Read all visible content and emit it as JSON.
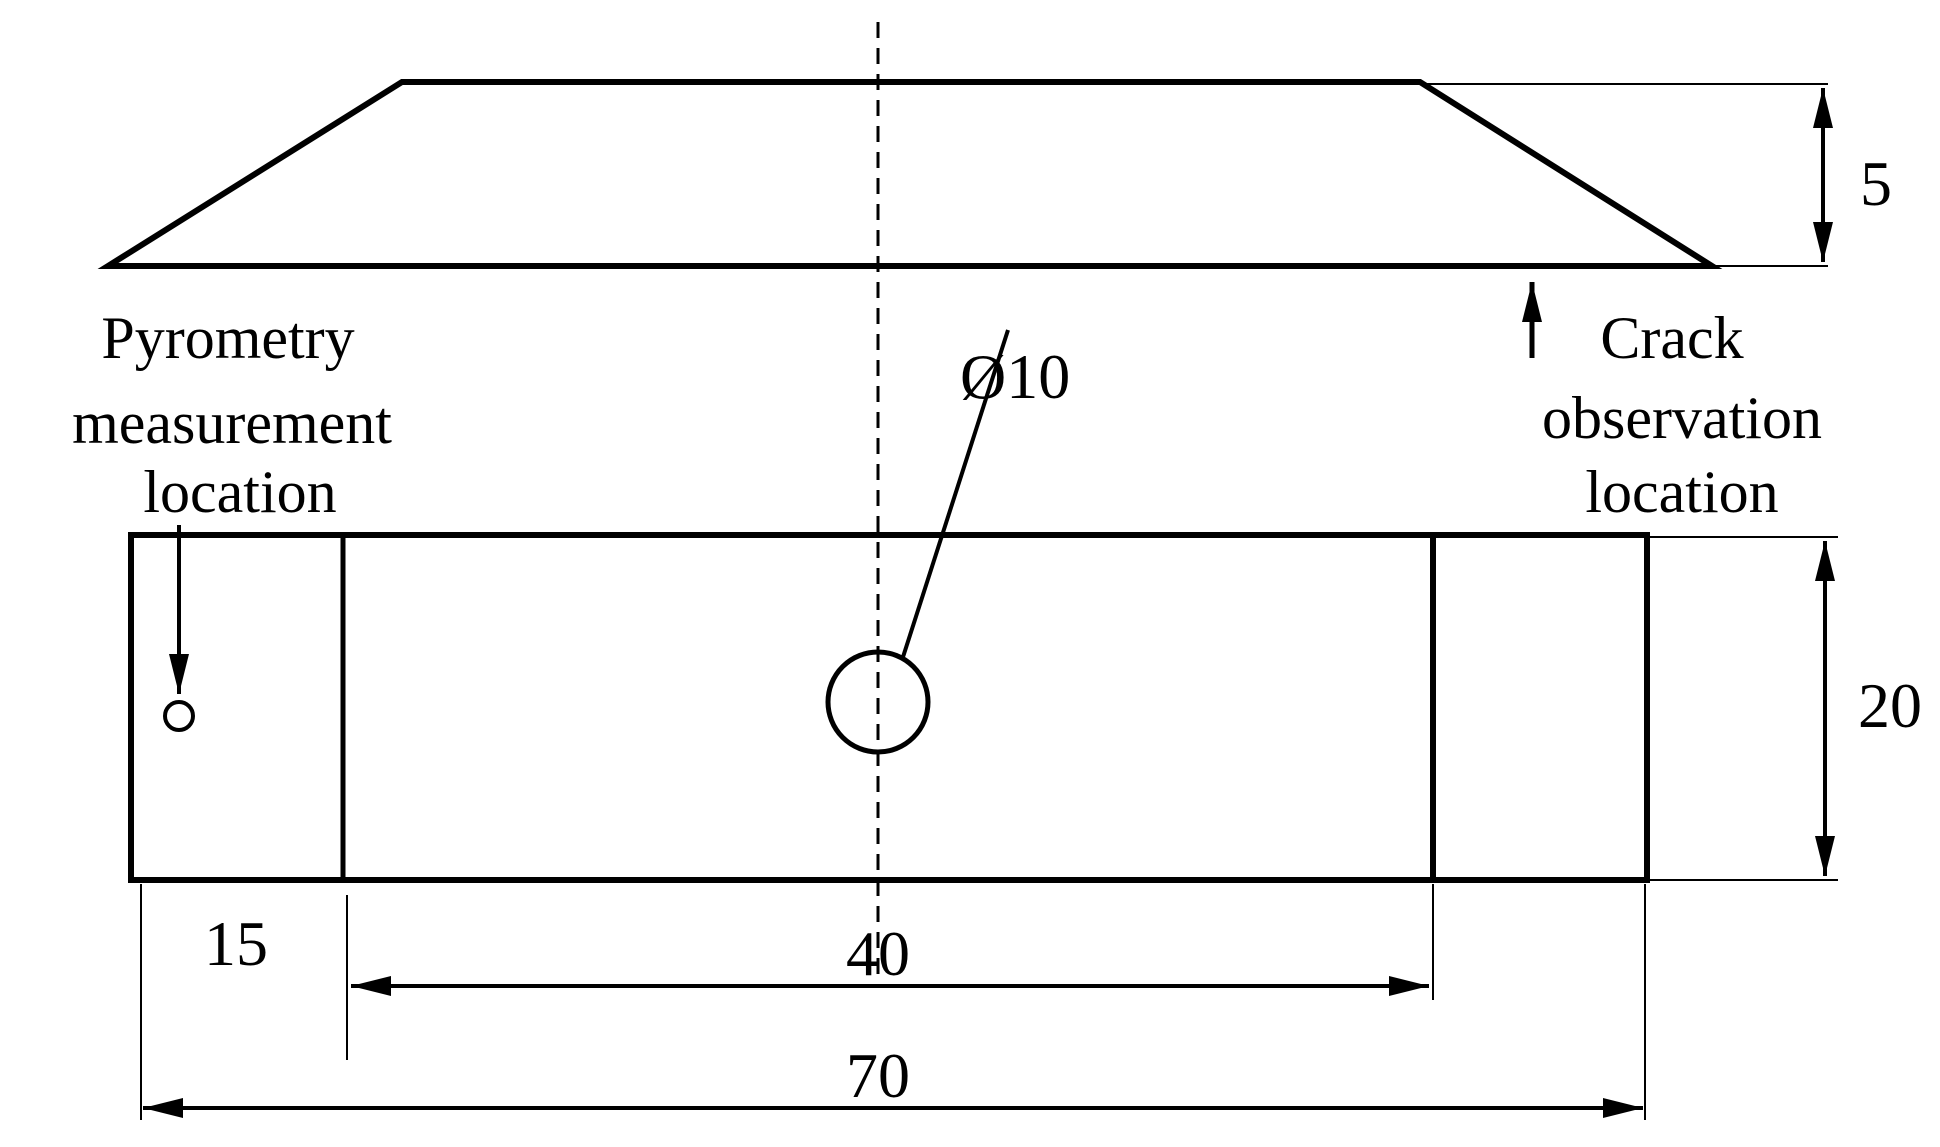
{
  "labels": {
    "pyrometry": [
      "Pyrometry",
      "measurement",
      "location"
    ],
    "crack": [
      "Crack",
      "observation",
      "location"
    ]
  },
  "dimensions": {
    "thickness": "5",
    "width": "20",
    "hole_diameter": "Ø10",
    "end_length": "15",
    "gauge_length": "40",
    "total_length": "70"
  },
  "colors": {
    "line": "#000000",
    "background": "#ffffff"
  }
}
